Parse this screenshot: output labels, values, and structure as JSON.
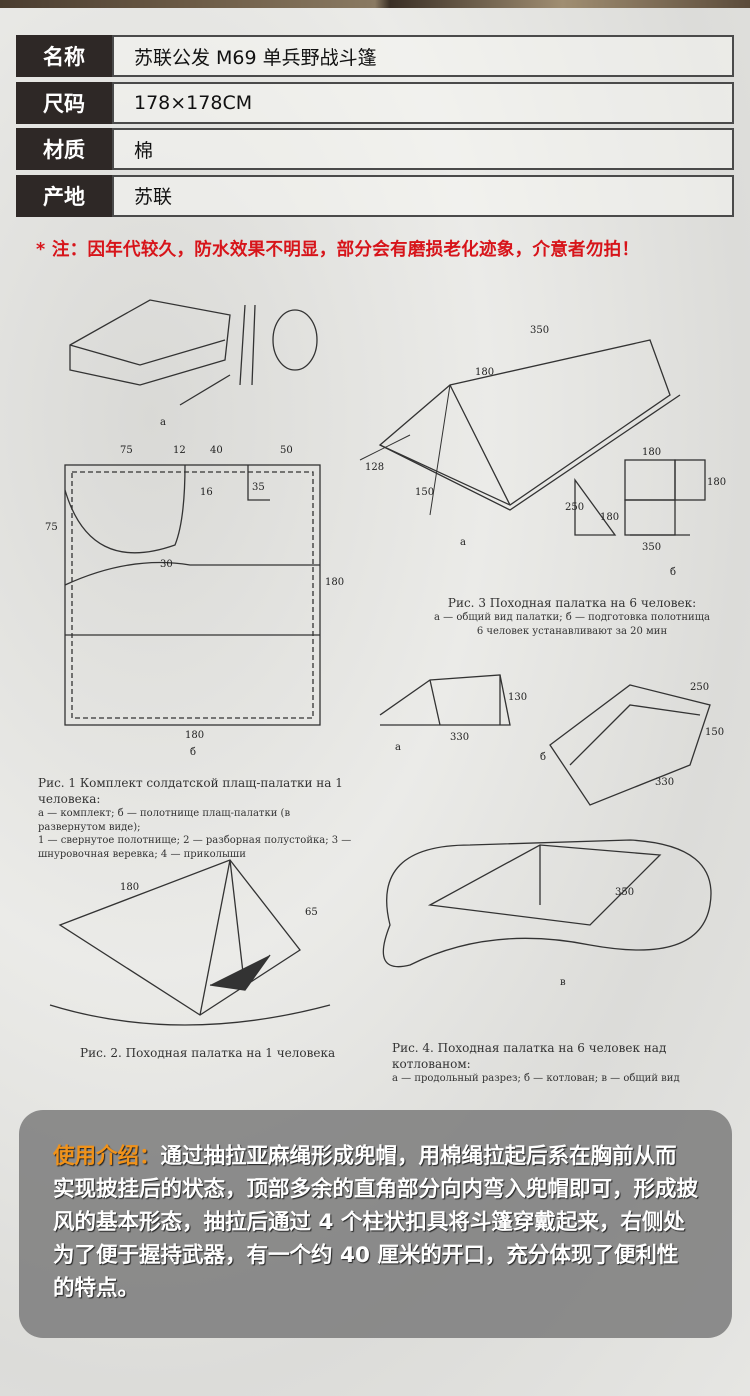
{
  "spec": [
    {
      "key": "名称",
      "value": "苏联公发 M69 单兵野战斗篷"
    },
    {
      "key": "尺码",
      "value": "178×178CM"
    },
    {
      "key": "材质",
      "value": "棉"
    },
    {
      "key": "产地",
      "value": "苏联"
    }
  ],
  "note": "* 注：因年代较久，防水效果不明显，部分会有磨损老化迹象，介意者勿拍！",
  "figures": {
    "fig1": {
      "title": "Рис. 1 Комплект солдатской плащ-палатки на 1 человека:",
      "legend1": "а — комплект; б — полотнище плащ-палатки (в развернутом виде);",
      "legend2": "1 — свернутое полотнище; 2 — разборная полустойка; 3 — шнуровочная веревка; 4 — приколыши",
      "dims": [
        "75",
        "12",
        "40",
        "50",
        "75",
        "16",
        "35",
        "30",
        "180",
        "180"
      ],
      "letters": [
        "а",
        "б"
      ]
    },
    "fig2": {
      "title": "Рис. 2. Походная палатка на 1 человека",
      "dims": [
        "180",
        "65"
      ]
    },
    "fig3": {
      "title": "Рис. 3 Походная палатка на 6 человек:",
      "legend1": "а — общий вид палатки; б — подготовка полотнища",
      "legend2": "6 человек устанавливают за 20 мин",
      "dims": [
        "350",
        "180",
        "128",
        "150",
        "180",
        "250",
        "180",
        "180",
        "350"
      ],
      "letters": [
        "а",
        "б"
      ]
    },
    "fig4": {
      "title": "Рис. 4. Походная палатка на 6 человек над котлованом:",
      "legend1": "а — продольный разрез; б — котлован; в — общий вид",
      "dims": [
        "130",
        "330",
        "250",
        "150",
        "330",
        "350"
      ],
      "letters": [
        "а",
        "б",
        "в"
      ]
    }
  },
  "usage": {
    "label": "使用介绍：",
    "text": "通过抽拉亚麻绳形成兜帽，用棉绳拉起后系在胸前从而实现披挂后的状态，顶部多余的直角部分向内弯入兜帽即可，形成披风的基本形态，抽拉后通过 4 个柱状扣具将斗篷穿戴起来，右侧处为了便于握持武器，有一个约 40 厘米的开口，充分体现了便利性的特点。"
  }
}
